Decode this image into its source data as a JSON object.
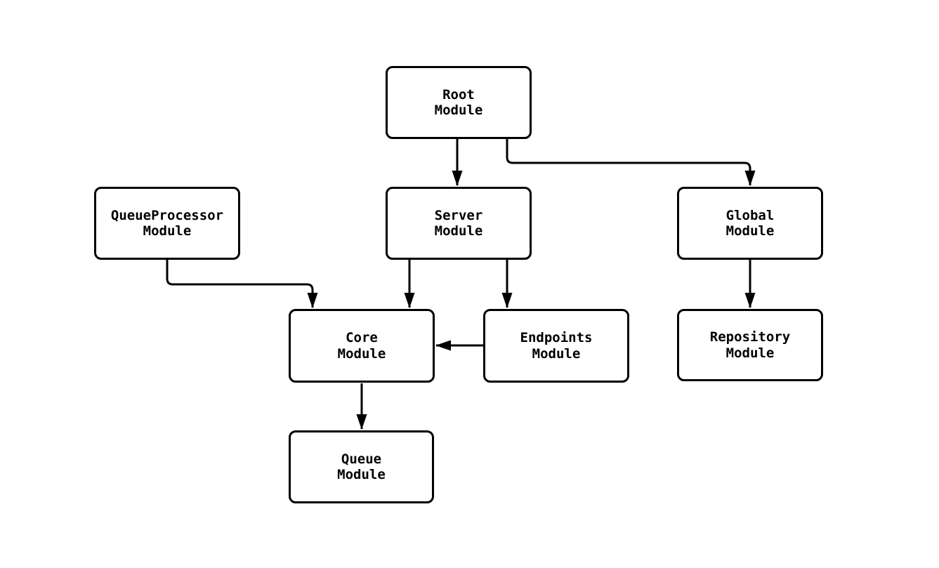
{
  "diagram": {
    "background_color": "#ffffff",
    "line_color": "#000000",
    "node_fill_color": "#ffffff",
    "nodes": {
      "root": {
        "label": "Root\nModule"
      },
      "queueprocessor": {
        "label": "QueueProcessor\nModule"
      },
      "server": {
        "label": "Server\nModule"
      },
      "global": {
        "label": "Global\nModule"
      },
      "core": {
        "label": "Core\nModule"
      },
      "endpoints": {
        "label": "Endpoints\nModule"
      },
      "repository": {
        "label": "Repository\nModule"
      },
      "queue": {
        "label": "Queue\nModule"
      }
    },
    "edges": [
      {
        "from": "Root Module",
        "to": "Server Module"
      },
      {
        "from": "Root Module",
        "to": "Global Module"
      },
      {
        "from": "QueueProcessor Module",
        "to": "Core Module"
      },
      {
        "from": "Server Module",
        "to": "Core Module"
      },
      {
        "from": "Server Module",
        "to": "Endpoints Module"
      },
      {
        "from": "Endpoints Module",
        "to": "Core Module"
      },
      {
        "from": "Global Module",
        "to": "Repository Module"
      },
      {
        "from": "Core Module",
        "to": "Queue Module"
      }
    ]
  }
}
